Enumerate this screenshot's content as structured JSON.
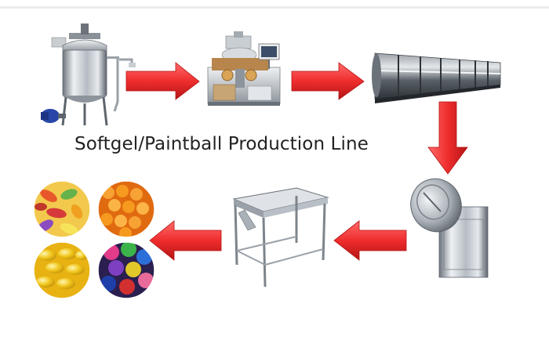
{
  "diagram": {
    "title": "Softgel/Paintball Production Line"
  },
  "colors": {
    "arrow_fill": "#ef2d2d",
    "arrow_dark": "#b31414",
    "steel_light": "#e9ecef",
    "steel_mid": "#a9b0b7",
    "steel_dark": "#5c636b",
    "motor_blue": "#2746a8"
  },
  "nodes": [
    {
      "id": "mixing-tank",
      "icon": "mixing-tank-icon"
    },
    {
      "id": "encapsulation-machine",
      "icon": "softgel-encapsulation-machine-icon"
    },
    {
      "id": "tumble-dryer",
      "icon": "tumble-dryer-icon"
    },
    {
      "id": "coating-pan",
      "icon": "coating-pan-icon"
    },
    {
      "id": "inspection-table",
      "icon": "inspection-table-icon"
    },
    {
      "id": "finished-products",
      "icon": "softgel-products-icon"
    }
  ]
}
